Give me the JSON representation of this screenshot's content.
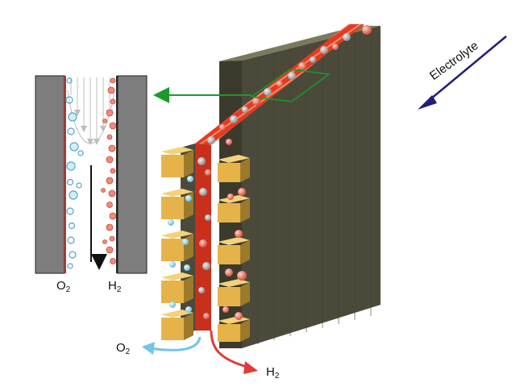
{
  "labels": {
    "electrolyte": "Electrolyte",
    "inset_o2": {
      "base": "O",
      "sub": "2"
    },
    "inset_h2": {
      "base": "H",
      "sub": "2"
    },
    "out_o2": {
      "base": "O",
      "sub": "2"
    },
    "out_h2": {
      "base": "H",
      "sub": "2"
    }
  },
  "colors": {
    "electrolyte_arrow": "#1f1e7a",
    "zoom_arrow": "#1a9a2a",
    "o2_arrow": "#6fc6e6",
    "h2_arrow": "#e23a3a",
    "separator_face": "#4a4a3a",
    "electrode_stripe": "#e53a22",
    "separator_top": "#7a7a5e",
    "block_gold": "#e6b24a",
    "inset_wall": "#7d7d7d",
    "o2_bubble": "#8fd3ea",
    "h2_bubble": "#f08a7a",
    "grey_bubble": "#a8a8a8"
  }
}
